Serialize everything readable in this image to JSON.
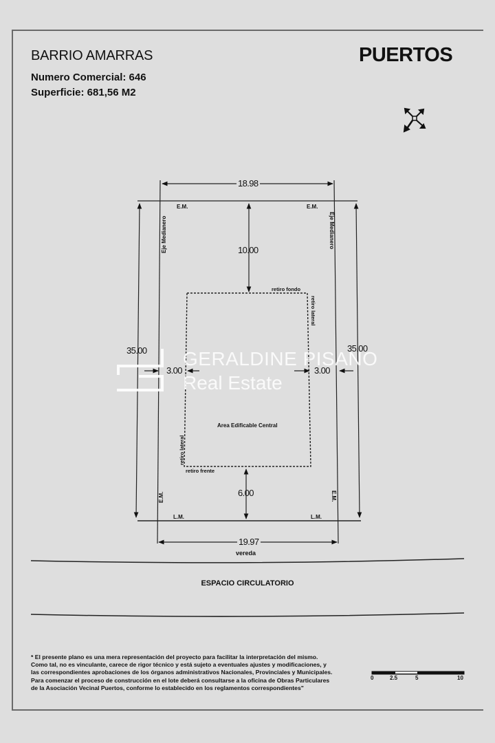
{
  "header": {
    "title": "BARRIO AMARRAS",
    "numero_comercial": "Numero Comercial: 646",
    "superficie": "Superficie: 681,56 M2",
    "logo": "PUERTOS",
    "compass_icon": "north-arrow-compass-icon"
  },
  "plan": {
    "dim_top": "18.98",
    "dim_bottom": "19.97",
    "dim_left": "35.00",
    "dim_right": "35.00",
    "dim_fondo": "10.00",
    "dim_frente": "6.00",
    "dim_lateral_left": "3.00",
    "dim_lateral_right": "3.00",
    "label_em_top_left": "E.M.",
    "label_em_top_right": "E.M.",
    "label_em_bottom_left": "E.M.",
    "label_em_bottom_right": "E.M.",
    "label_lm_left": "L.M.",
    "label_lm_right": "L.M.",
    "label_eje_left": "Eje Medianero",
    "label_eje_right": "Eje Medianero",
    "label_retiro_fondo": "retiro fondo",
    "label_retiro_lateral_right": "retiro lateral",
    "label_retiro_lateral_left": "retiro lateral",
    "label_retiro_frente": "retiro frente",
    "label_area": "Area Edificable Central",
    "label_vereda": "vereda"
  },
  "street": {
    "label": "ESPACIO CIRCULATORIO"
  },
  "watermark": {
    "line1": "GERALDINE PISANO",
    "line2": "Real Estate"
  },
  "footer": {
    "note_lines": [
      "* El presente plano es una mera representación del proyecto para facilitar la interpretación del mismo.",
      "Como tal, no es vinculante, carece de rigor técnico y está sujeto a eventuales ajustes y modificaciones, y",
      "las correspondientes aprobaciones de los órganos administrativos Nacionales, Provinciales y Municipales.",
      "Para comenzar el proceso de construcción en el lote deberá consultarse a la oficina de Obras Particulares",
      "de la Asociación Vecinal Puertos, conforme lo establecido en los reglamentos correspondientes\""
    ],
    "scale": {
      "ticks": [
        "0",
        "2.5",
        "5",
        "10"
      ]
    }
  }
}
